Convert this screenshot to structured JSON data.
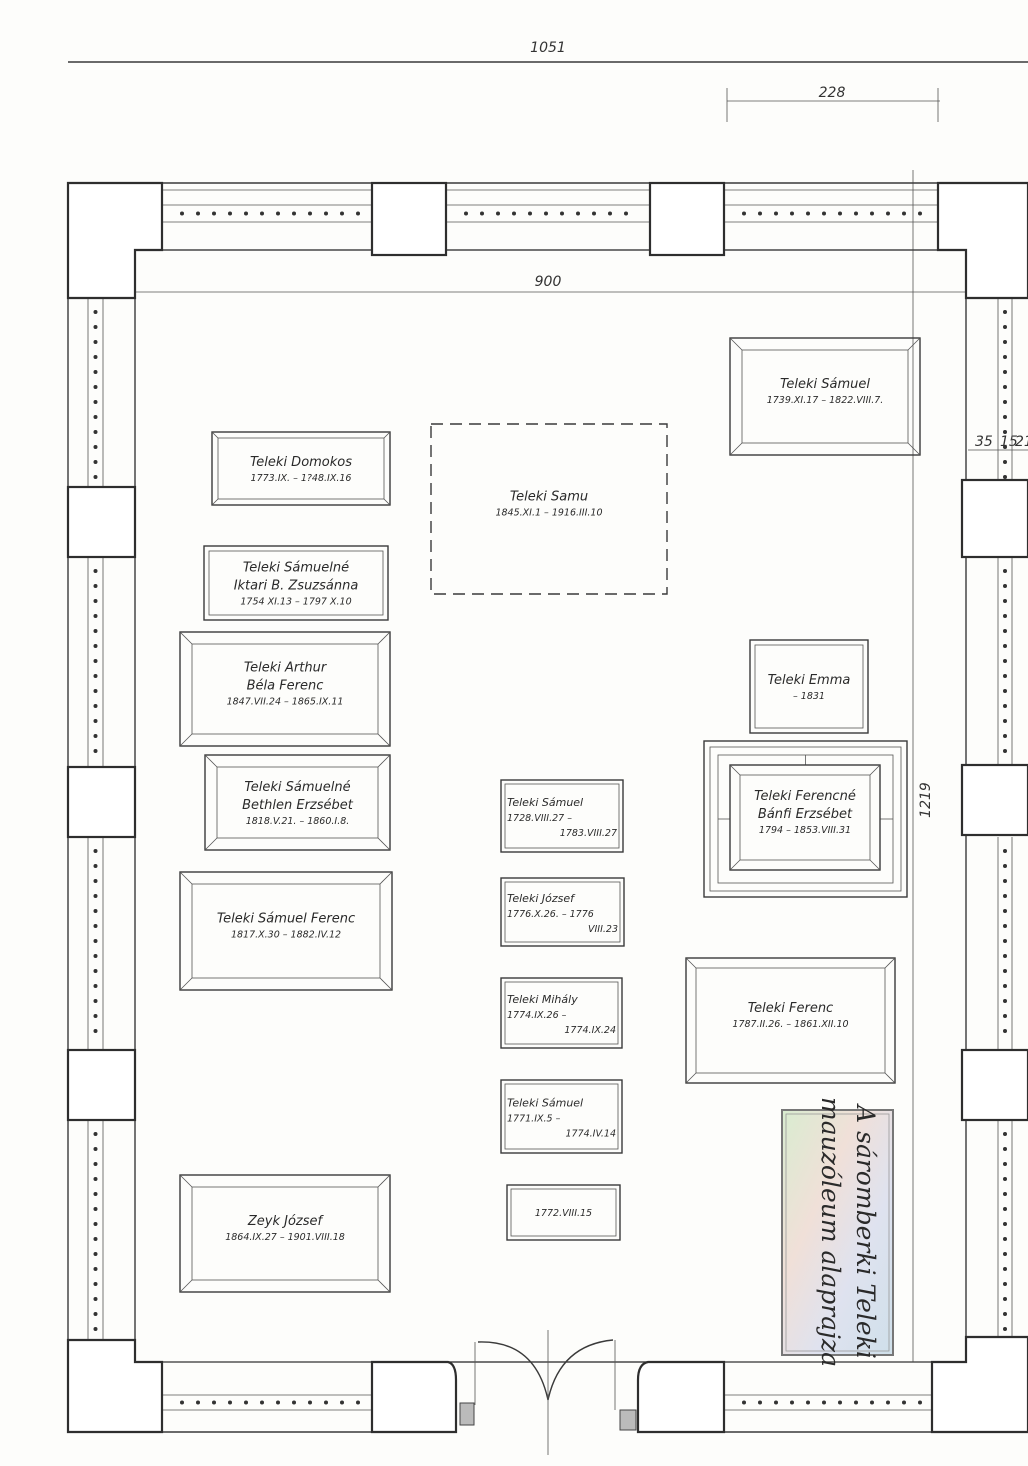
{
  "dimensions": {
    "total_width": "1051",
    "bay_width": "228",
    "interior_width": "900",
    "interior_length": "1219",
    "wall_parts": [
      "35",
      "15",
      "21"
    ]
  },
  "title": {
    "line1": "A sáromberki Teleki",
    "line2": "mauzóleum alaprajza"
  },
  "tombs": [
    {
      "name_lines": [
        "Teleki Domokos"
      ],
      "date_lines": [
        "1773.IX. – 1?48.IX.16"
      ]
    },
    {
      "name_lines": [
        "Teleki Sámuelné",
        "Iktari B. Zsuzsánna"
      ],
      "date_lines": [
        "1754 XI.13 – 1797 X.10"
      ]
    },
    {
      "name_lines": [
        "Teleki Arthur",
        "Béla Ferenc"
      ],
      "date_lines": [
        "1847.VII.24 – 1865.IX.11"
      ]
    },
    {
      "name_lines": [
        "Teleki Sámuelné",
        "Bethlen Erzsébet"
      ],
      "date_lines": [
        "1818.V.21. – 1860.I.8."
      ]
    },
    {
      "name_lines": [
        "Teleki Sámuel Ferenc"
      ],
      "date_lines": [
        "1817.X.30 – 1882.IV.12"
      ]
    },
    {
      "name_lines": [
        "Zeyk József"
      ],
      "date_lines": [
        "1864.IX.27 – 1901.VIII.18"
      ]
    },
    {
      "name_lines": [
        "Teleki Samu"
      ],
      "date_lines": [
        "1845.XI.1 – 1916.III.10"
      ]
    },
    {
      "name_lines": [
        "Teleki Sámuel"
      ],
      "date_lines": [
        "1739.XI.17 – 1822.VIII.7."
      ]
    },
    {
      "name_lines": [
        "Teleki Emma"
      ],
      "date_lines": [
        "– 1831"
      ]
    },
    {
      "name_lines": [
        "Teleki Ferencné",
        "Bánfi Erzsébet"
      ],
      "date_lines": [
        "1794 – 1853.VIII.31"
      ]
    },
    {
      "name_lines": [
        "Teleki Sámuel"
      ],
      "date_lines": [
        "1728.VIII.27 –",
        "1783.VIII.27"
      ]
    },
    {
      "name_lines": [
        "Teleki József"
      ],
      "date_lines": [
        "1776.X.26. – 1776",
        "VIII.23"
      ]
    },
    {
      "name_lines": [
        "Teleki Mihály"
      ],
      "date_lines": [
        "1774.IX.26 –",
        "1774.IX.24"
      ]
    },
    {
      "name_lines": [
        "Teleki Sámuel"
      ],
      "date_lines": [
        "1771.IX.5 –",
        "1774.IV.14"
      ]
    },
    {
      "name_lines": [],
      "date_lines": [
        "1772.VIII.15"
      ]
    },
    {
      "name_lines": [
        "Teleki Ferenc"
      ],
      "date_lines": [
        "1787.II.26. – 1861.XII.10"
      ]
    }
  ],
  "colors": {
    "ink": "#2e2e2e",
    "paper": "#fdfdfb"
  }
}
